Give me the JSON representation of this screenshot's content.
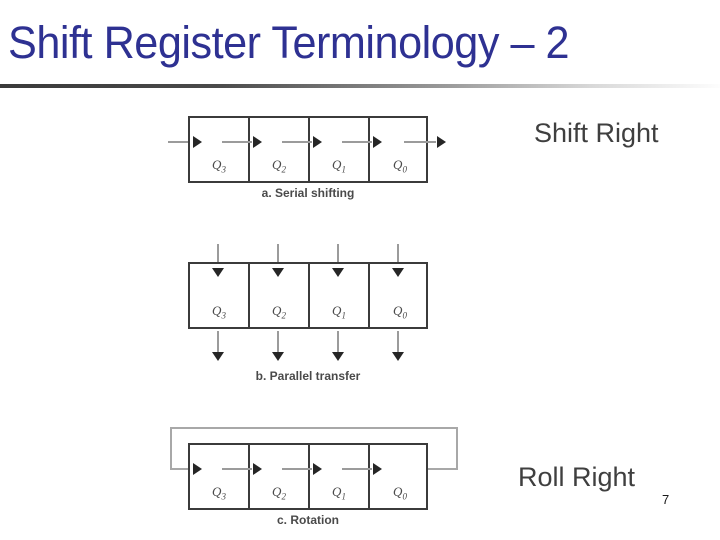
{
  "slide": {
    "title": "Shift Register Terminology – 2",
    "title_color": "#2e3192",
    "number": "7",
    "background": "#ffffff"
  },
  "annotations": {
    "shift_right": "Shift Right",
    "roll_right": "Roll Right"
  },
  "diagrams": [
    {
      "id": "serial-shifting",
      "caption": "a. Serial shifting",
      "cells": [
        {
          "label": "Q",
          "subscript": "3"
        },
        {
          "label": "Q",
          "subscript": "2"
        },
        {
          "label": "Q",
          "subscript": "1"
        },
        {
          "label": "Q",
          "subscript": "0"
        }
      ],
      "flow": "serial-right",
      "arrow_color": "#9b9b9b",
      "head_color": "#262626",
      "box_color": "#3b3b3b"
    },
    {
      "id": "parallel-transfer",
      "caption": "b. Parallel transfer",
      "cells": [
        {
          "label": "Q",
          "subscript": "3"
        },
        {
          "label": "Q",
          "subscript": "2"
        },
        {
          "label": "Q",
          "subscript": "1"
        },
        {
          "label": "Q",
          "subscript": "0"
        }
      ],
      "flow": "parallel-down",
      "arrow_color": "#9b9b9b",
      "head_color": "#262626",
      "box_color": "#3b3b3b"
    },
    {
      "id": "rotation",
      "caption": "c. Rotation",
      "cells": [
        {
          "label": "Q",
          "subscript": "3"
        },
        {
          "label": "Q",
          "subscript": "2"
        },
        {
          "label": "Q",
          "subscript": "1"
        },
        {
          "label": "Q",
          "subscript": "0"
        }
      ],
      "flow": "serial-right-with-feedback",
      "arrow_color": "#9b9b9b",
      "head_color": "#262626",
      "box_color": "#3b3b3b",
      "loop_color": "#a8a8a8"
    }
  ]
}
